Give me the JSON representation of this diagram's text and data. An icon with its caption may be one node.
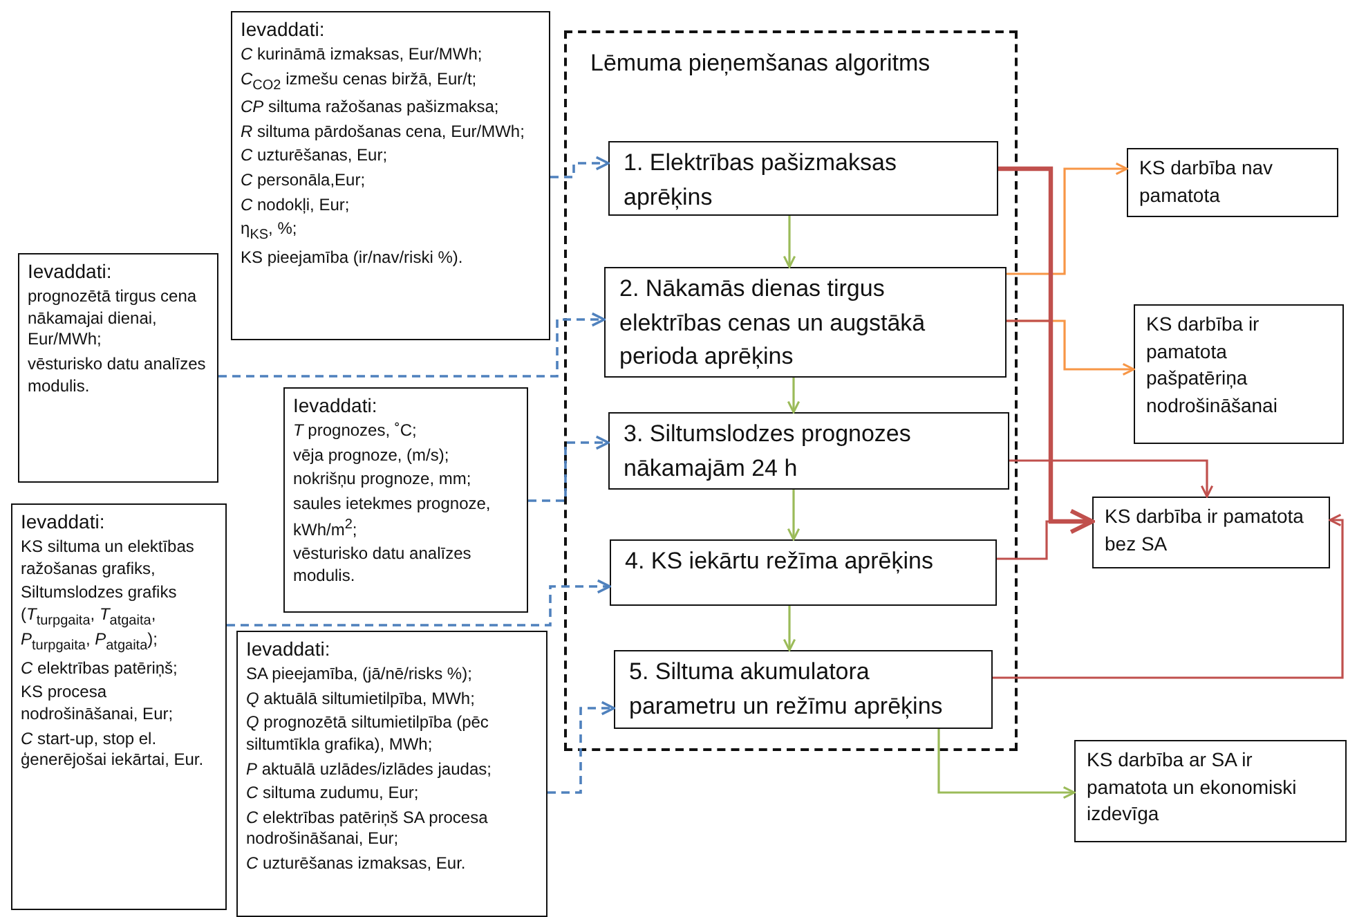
{
  "diagram": {
    "nodes": [
      {
        "text": [
          "Lēmuma pieņemšanas algoritms"
        ]
      },
      {
        "text": [
          "1. Elektrības pašizmaksas aprēķins"
        ],
        "in": 0
      },
      {
        "text": [
          "2. Nākamās dienas tirgus elektrības cenas un augstākā perioda aprēķins"
        ],
        "in": 0
      },
      {
        "text": [
          "3. Siltumslodzes prognozes nākamajām 24 h"
        ],
        "in": 0
      },
      {
        "text": [
          "4. KS iekārtu režīma aprēķins"
        ],
        "in": 0
      },
      {
        "text": [
          "5. Siltuma akumulatora parametru un režīmu aprēķins"
        ],
        "in": 0
      },
      {
        "text": [
          "Ievaddati:",
          "*C* kurināmā izmaksas, Eur/MWh;",
          "*C*$_{CO2}$ izmešu cenas biržā, Eur/t;",
          "*CP* siltuma ražošanas pašizmaksa;",
          "*R* siltuma pārdošanas cena, Eur/MWh;",
          "*C* uzturēšanas, Eur;",
          "*C* personāla,Eur;",
          "*C* nodokļi, Eur;",
          "η$_{KS}$, %;",
          "KS pieejamība (ir/nav/riski %)."
        ]
      },
      {
        "text": [
          "Ievaddati:",
          "prognozētā tirgus cena nākamajai dienai, Eur/MWh;",
          "vēsturisko datu analīzes modulis."
        ]
      },
      {
        "text": [
          "Ievaddati:",
          "*T* prognozes, ˚C;",
          "vēja prognoze, (m/s);",
          "nokrišņu prognoze, mm;",
          "saules ietekmes prognoze, kWh/m$^{2}$;",
          "vēsturisko datu analīzes modulis."
        ]
      },
      {
        "text": [
          "Ievaddati:",
          "KS siltuma un elektības ražošanas grafiks,",
          "Siltumslodzes grafiks (*T*$_{turpgaita}$, *T*$_{atgaita}$, *P*$_{turpgaita}$, *P*$_{atgaita}$);",
          "*C* elektrības patēriņš;",
          "KS procesa nodrošināšanai, Eur;",
          "*C* start-up, stop el. ģenerējošai iekārtai, Eur."
        ]
      },
      {
        "text": [
          "Ievaddati:",
          "SA pieejamība, (jā/nē/risks %);",
          "*Q* aktuālā siltumietilpība, MWh;",
          "*Q* prognozētā siltumietilpība (pēc siltumtīkla grafika), MWh;",
          "*P* aktuālā uzlādes/izlādes jaudas;",
          "*C* siltuma zudumu, Eur;",
          "*C* elektrības patēriņš SA procesa nodrošināšanai, Eur;",
          "*C* uzturēšanas izmaksas, Eur."
        ]
      },
      {
        "text": [
          "KS darbība nav pamatota"
        ]
      },
      {
        "text": [
          "KS darbība ir pamatota pašpatēriņa nodrošināšanai"
        ]
      },
      {
        "text": [
          "KS darbība ir pamatota bez SA"
        ]
      },
      {
        "text": [
          "KS darbība ar SA ir pamatota un ekonomiski izdevīga"
        ]
      }
    ],
    "edges": [
      {
        "from": 6,
        "to": 1,
        "arrow": "to",
        "style": "dashed",
        "color": "#4f81bd"
      },
      {
        "from": 7,
        "to": 2,
        "arrow": "to",
        "style": "dashed",
        "color": "#4f81bd"
      },
      {
        "from": 8,
        "to": 3,
        "arrow": "to",
        "style": "dashed",
        "color": "#4f81bd"
      },
      {
        "from": 9,
        "to": 4,
        "arrow": "to",
        "style": "dashed",
        "color": "#4f81bd"
      },
      {
        "from": 10,
        "to": 5,
        "arrow": "to",
        "style": "dashed",
        "color": "#4f81bd"
      },
      {
        "from": 1,
        "to": 2,
        "arrow": "to",
        "color": "#9bbb59"
      },
      {
        "from": 2,
        "to": 3,
        "arrow": "to",
        "color": "#9bbb59"
      },
      {
        "from": 3,
        "to": 4,
        "arrow": "to",
        "color": "#9bbb59"
      },
      {
        "from": 4,
        "to": 5,
        "arrow": "to",
        "color": "#9bbb59"
      },
      {
        "from": 2,
        "to": 11,
        "arrow": "to",
        "color": "#f79646"
      },
      {
        "from": 2,
        "to": 12,
        "arrow": "to",
        "color": "#f79646"
      },
      {
        "from": 1,
        "to": 13,
        "arrow": "to",
        "style": "thick",
        "color": "#c0504d"
      },
      {
        "from": 2,
        "to": 13,
        "arrow": "to",
        "color": "#c0504d"
      },
      {
        "from": 3,
        "to": 13,
        "arrow": "to",
        "color": "#c0504d"
      },
      {
        "from": 4,
        "to": 13,
        "arrow": "to",
        "color": "#c0504d"
      },
      {
        "from": 5,
        "to": 13,
        "arrow": "to",
        "color": "#c0504d"
      },
      {
        "from": 5,
        "to": 14,
        "arrow": "to",
        "color": "#9bbb59"
      }
    ]
  }
}
